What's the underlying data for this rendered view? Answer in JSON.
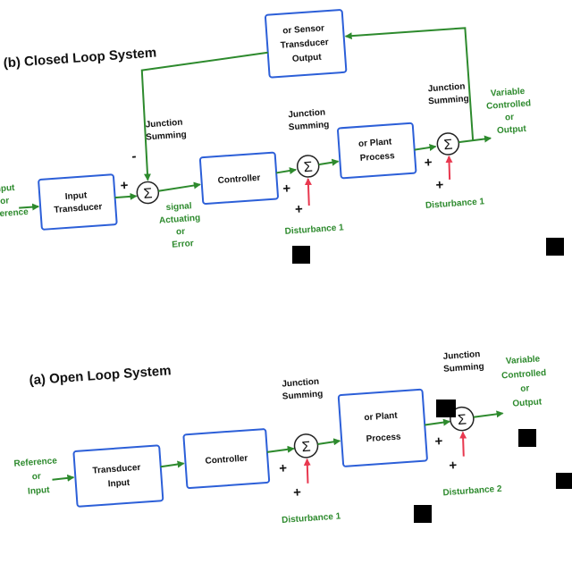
{
  "closed_loop": {
    "title": "(b) Closed Loop System",
    "input_label": [
      "Input",
      "or",
      "Reference"
    ],
    "transducer": [
      "Input",
      "Transducer"
    ],
    "error_label": [
      "Error",
      "or",
      "Actuating",
      "signal"
    ],
    "controller": "Controller",
    "process": [
      "Process",
      "or Plant"
    ],
    "sum1_label": [
      "Summing",
      "Junction"
    ],
    "sum2_label": [
      "Summing",
      "Junction"
    ],
    "sum3_label": [
      "Summing",
      "Junction"
    ],
    "disturbance1": "Disturbance 1",
    "disturbance2": "Disturbance 1",
    "output_label": [
      "Controlled",
      "Variable",
      "or",
      "Output"
    ],
    "feedback": [
      "Output",
      "Transducer",
      "or Sensor"
    ],
    "sum_symbol": "Σ",
    "plus": "+",
    "minus": "-"
  },
  "open_loop": {
    "title": "(a) Open Loop System",
    "input_label": [
      "Input",
      "or",
      "Reference"
    ],
    "transducer": [
      "Input",
      "Transducer"
    ],
    "controller": "Controller",
    "process": [
      "Process",
      "or Plant"
    ],
    "sum1_label": [
      "Summing",
      "Junction"
    ],
    "sum2_label": [
      "Summing",
      "Junction"
    ],
    "disturbance1": "Disturbance 1",
    "disturbance2": "Disturbance 2",
    "output_label": [
      "Controlled",
      "Variable",
      "or",
      "Output"
    ],
    "sum_symbol": "Σ",
    "plus": "+"
  },
  "colors": {
    "block_border": "#2c5fd8",
    "signal": "#2d8a2d",
    "disturbance": "#e8384f",
    "text": "#111111"
  }
}
